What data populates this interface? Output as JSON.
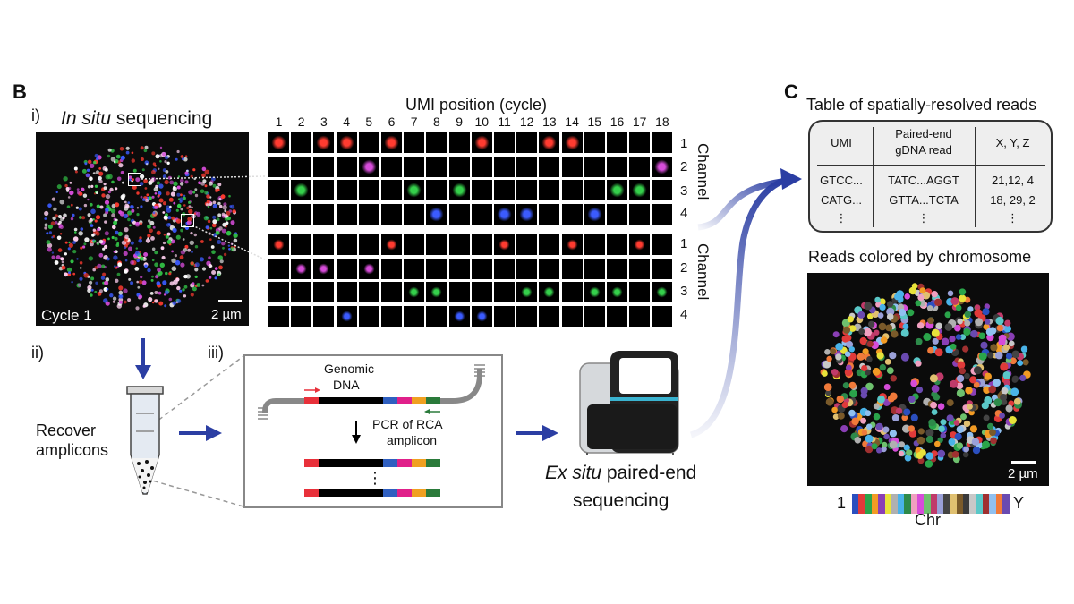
{
  "panel_b": {
    "letter": "B",
    "step_i": "i)",
    "step_ii": "ii)",
    "step_iii": "iii)",
    "title_italic": "In situ",
    "title_rest": " sequencing",
    "cycle_label": "Cycle 1",
    "scale_label": "2 µm",
    "umi_title": "UMI position (cycle)",
    "cycles": [
      "1",
      "2",
      "3",
      "4",
      "5",
      "6",
      "7",
      "8",
      "9",
      "10",
      "11",
      "12",
      "13",
      "14",
      "15",
      "16",
      "17",
      "18"
    ],
    "channel_title": "Channel",
    "channels": [
      "1",
      "2",
      "3",
      "4"
    ],
    "recover": [
      "Recover",
      "amplicons"
    ],
    "genomic": [
      "Genomic",
      "DNA"
    ],
    "pcr": [
      "PCR of RCA",
      "amplicon"
    ],
    "ellipsis": "⋮",
    "exsitu_italic": "Ex situ",
    "exsitu_rest": " paired-end",
    "exsitu_line2": "sequencing",
    "grid_top": [
      0,
      2,
      0,
      0,
      1,
      0,
      2,
      3,
      2,
      0,
      3,
      3,
      0,
      0,
      3,
      2,
      2,
      1
    ],
    "grid_bottom": [
      0,
      1,
      1,
      3,
      1,
      0,
      2,
      2,
      3,
      3,
      0,
      2,
      2,
      0,
      2,
      2,
      0,
      2
    ],
    "colors": {
      "red": "#ff3b30",
      "magenta": "#d64cd9",
      "green": "#35d04b",
      "blue": "#3b5bff",
      "arrow": "#2b3ea3"
    }
  },
  "panel_c": {
    "letter": "C",
    "table_title": "Table of spatially-resolved reads",
    "table_headers": [
      "UMI",
      "Paired-end",
      "gDNA read",
      "X, Y, Z"
    ],
    "table_rows": [
      [
        "GTCC...",
        "TATC...AGGT",
        "21,12, 4"
      ],
      [
        "CATG...",
        "GTTA...TCTA",
        "18, 29, 2"
      ],
      [
        "⋮",
        "⋮",
        "⋮"
      ]
    ],
    "chrom_title": "Reads colored by chromosome",
    "scale_label": "2 µm",
    "chr_start": "1",
    "chr_end": "Y",
    "chr_label": "Chr",
    "chr_colors": [
      "#2b4fbf",
      "#e03a3a",
      "#2aa44a",
      "#f29b24",
      "#8a3fb5",
      "#e8e23a",
      "#b0b0b0",
      "#4ab3e8",
      "#2d8a4a",
      "#f0a0c0",
      "#d64cd9",
      "#6ec16e",
      "#c03a6a",
      "#9aa0d8",
      "#444444",
      "#e0c070",
      "#7a5a2a",
      "#3a3a3a",
      "#c8c8c8",
      "#5ac8c8",
      "#a03030",
      "#90c0f0",
      "#f07a3a",
      "#6a4ab0"
    ]
  }
}
